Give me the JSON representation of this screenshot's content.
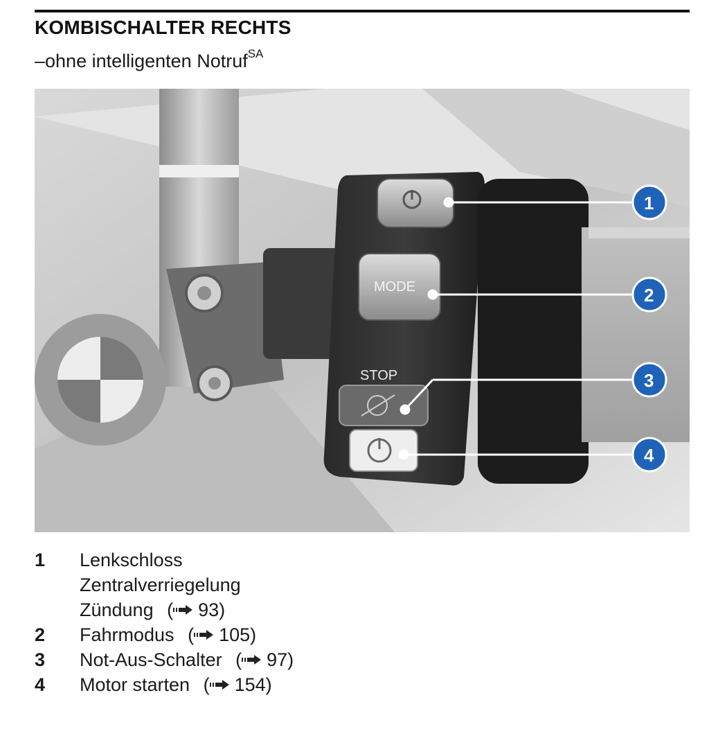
{
  "header": {
    "title": "KOMBISCHALTER RECHTS",
    "subtitle_prefix": "–ohne intelligenten Notruf",
    "subtitle_sup": "SA"
  },
  "photo": {
    "button_labels": {
      "mode": "MODE",
      "stop": "STOP"
    },
    "markers": [
      "1",
      "2",
      "3",
      "4"
    ]
  },
  "legend": [
    {
      "number": "1",
      "lines": [
        {
          "text": "Lenkschloss",
          "ref": ""
        },
        {
          "text": "Zentralverriegelung",
          "ref": ""
        },
        {
          "text": "Zündung",
          "ref": "93)"
        }
      ]
    },
    {
      "number": "2",
      "lines": [
        {
          "text": "Fahrmodus",
          "ref": "105)"
        }
      ]
    },
    {
      "number": "3",
      "lines": [
        {
          "text": "Not-Aus-Schalter",
          "ref": "97)"
        }
      ]
    },
    {
      "number": "4",
      "lines": [
        {
          "text": "Motor starten",
          "ref": "154)"
        }
      ]
    }
  ],
  "ref_prefix": "(",
  "colors": {
    "marker_blue": "#1f63b8",
    "leader_white": "#ffffff",
    "rule": "#111111"
  }
}
